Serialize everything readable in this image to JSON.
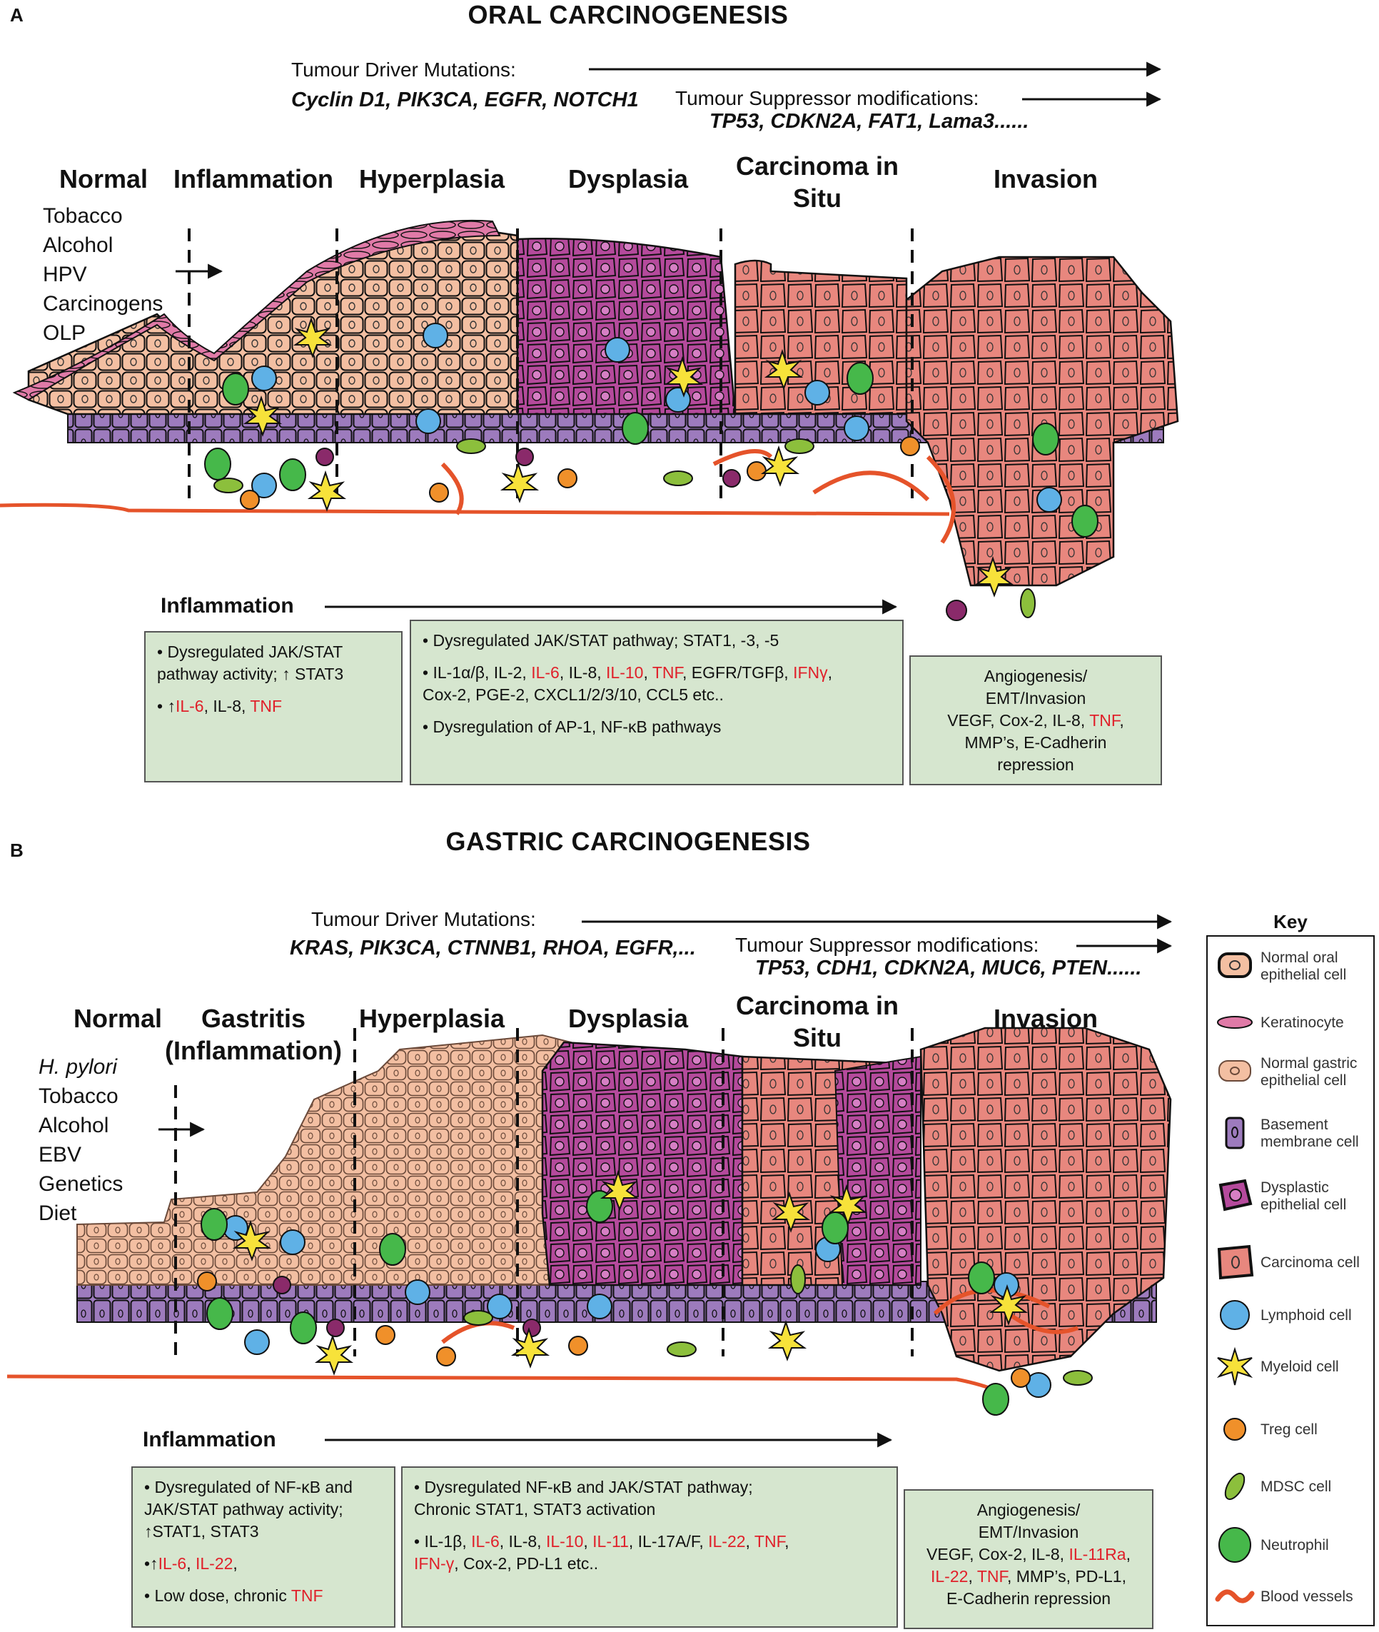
{
  "panel_a": {
    "letter": "A",
    "title": "ORAL CARCINOGENESIS",
    "driver_label": "Tumour Driver Mutations:",
    "driver_genes": "Cyclin D1, PIK3CA, EGFR, NOTCH1",
    "suppressor_label": "Tumour Suppressor modifications:",
    "suppressor_genes": "TP53, CDKN2A, FAT1, Lama3......",
    "stages": [
      "Normal",
      "Inflammation",
      "Hyperplasia",
      "Dysplasia",
      "Carcinoma in Situ",
      "Invasion"
    ],
    "risk_factors": [
      "Tobacco",
      "Alcohol",
      "HPV",
      "Carcinogens",
      "OLP"
    ],
    "inflammation_title": "Inflammation",
    "box1": {
      "b1": "Dysregulated JAK/STAT pathway activity;",
      "b1_tail": "STAT3",
      "b2_il6": "IL-6",
      "b2_mid": ", IL-8, ",
      "b2_tnf": "TNF"
    },
    "box2": {
      "b1": "Dysregulated JAK/STAT pathway; STAT1, -3, -5",
      "b2_p1": "IL-1α/β, IL-2, ",
      "b2_il6": "IL-6",
      "b2_p2": ", IL-8, ",
      "b2_il10": "IL-10",
      "b2_p3": ", ",
      "b2_tnf": "TNF",
      "b2_p4": ", EGFR/TGFβ, ",
      "b2_ifn": "IFNγ",
      "b2_p5": ",",
      "b2_line2": "Cox-2, PGE-2, CXCL1/2/3/10, CCL5 etc..",
      "b3": "Dysregulation of AP-1, NF-κB pathways"
    },
    "box3": {
      "l1": "Angiogenesis/",
      "l2": "EMT/Invasion",
      "l3_p1": "VEGF, Cox-2, IL-8, ",
      "l3_tnf": "TNF",
      "l3_p2": ",",
      "l4": "MMP’s, E-Cadherin",
      "l5": "repression"
    }
  },
  "panel_b": {
    "letter": "B",
    "title": "GASTRIC CARCINOGENESIS",
    "driver_label": "Tumour Driver Mutations:",
    "driver_genes": "KRAS, PIK3CA, CTNNB1, RHOA, EGFR,...",
    "suppressor_label": "Tumour Suppressor modifications:",
    "suppressor_genes": "TP53, CDH1, CDKN2A, MUC6, PTEN......",
    "stages": [
      "Normal",
      "Gastritis (Inflammation)",
      "Hyperplasia",
      "Dysplasia",
      "Carcinoma in Situ",
      "Invasion"
    ],
    "risk_factor_first": "H. pylori",
    "risk_factors": [
      "Tobacco",
      "Alcohol",
      "EBV",
      "Genetics",
      "Diet"
    ],
    "inflammation_title": "Inflammation",
    "box1": {
      "b1_l1": "Dysregulated of NF-κB and",
      "b1_l2": "JAK/STAT pathway activity;",
      "b1_l3": "STAT1, STAT3",
      "b2_il6": "IL-6",
      "b2_sep": ", ",
      "b2_il22": "IL-22",
      "b2_tail": ",",
      "b3_p1": "Low dose, chronic ",
      "b3_tnf": "TNF"
    },
    "box2": {
      "b1_l1": "Dysregulated NF-κB and JAK/STAT pathway;",
      "b1_l2": "Chronic STAT1, STAT3 activation",
      "b2_p1": "IL-1β, ",
      "b2_il6": "IL-6",
      "b2_p2": ", IL-8, ",
      "b2_il10": "IL-10",
      "b2_p3": ", ",
      "b2_il11": "IL-11",
      "b2_p4": ", IL-17A/F, ",
      "b2_il22": "IL-22",
      "b2_p5": ", ",
      "b2_tnf": "TNF",
      "b2_p6": ",",
      "b2_ifn": "IFN-γ",
      "b2_p7": ", Cox-2, PD-L1 etc.."
    },
    "box3": {
      "l1": "Angiogenesis/",
      "l2": "EMT/Invasion",
      "l3_p1": "VEGF, Cox-2, IL-8, ",
      "l3_il11": "IL-11Ra",
      "l3_p2": ",",
      "l4_il22": "IL-22",
      "l4_p1": ", ",
      "l4_tnf": "TNF",
      "l4_p2": ", MMP’s, PD-L1,",
      "l5": "E-Cadherin repression"
    }
  },
  "key": {
    "title": "Key",
    "items": [
      {
        "label": "Normal oral epithelial cell",
        "icon": "normal-oral-cell-icon"
      },
      {
        "label": "Keratinocyte",
        "icon": "keratinocyte-icon"
      },
      {
        "label": "Normal gastric epithelial cell",
        "icon": "normal-gastric-cell-icon"
      },
      {
        "label": "Basement membrane cell",
        "icon": "basement-membrane-cell-icon"
      },
      {
        "label": "Dysplastic epithelial cell",
        "icon": "dysplastic-cell-icon"
      },
      {
        "label": "Carcinoma cell",
        "icon": "carcinoma-cell-icon"
      },
      {
        "label": "Lymphoid cell",
        "icon": "lymphoid-cell-icon"
      },
      {
        "label": "Myeloid cell",
        "icon": "myeloid-cell-icon"
      },
      {
        "label": "Treg cell",
        "icon": "treg-cell-icon"
      },
      {
        "label": "MDSC cell",
        "icon": "mdsc-cell-icon"
      },
      {
        "label": "Neutrophil",
        "icon": "neutrophil-icon"
      },
      {
        "label": "Blood vessels",
        "icon": "blood-vessel-icon"
      }
    ]
  },
  "colors": {
    "normal_oral": "#f3bfa2",
    "keratinocyte": "#e07aa7",
    "normal_gastric": "#f3bfa2",
    "basement": "#9d7bbd",
    "dysplastic": "#b54a9c",
    "carcinoma": "#e8877e",
    "lymphoid": "#5fb1e6",
    "myeloid": "#f7e23a",
    "treg": "#f0902a",
    "mdsc": "#8cbf3c",
    "neutrophil": "#46b84a",
    "blood_vessel": "#e5532a",
    "box_fill": "#d6e6cf",
    "cytokine_red": "#e0202a"
  }
}
